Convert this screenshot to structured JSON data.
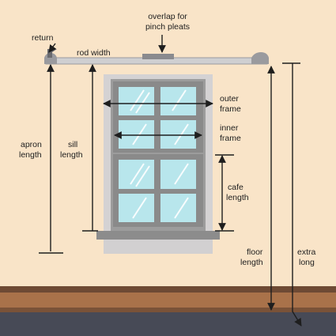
{
  "diagram": {
    "labels": {
      "overlap": [
        "overlap for",
        "pinch pleats"
      ],
      "return": "return",
      "rod_width": "rod width",
      "outer_frame": [
        "outer",
        "frame"
      ],
      "inner_frame": [
        "inner",
        "frame"
      ],
      "apron_length": [
        "apron",
        "length"
      ],
      "sill_length": [
        "sill",
        "length"
      ],
      "cafe_length": [
        "cafe",
        "length"
      ],
      "floor_length": [
        "floor",
        "length"
      ],
      "extra_long": [
        "extra",
        "long"
      ]
    },
    "colors": {
      "wall": "#f9e4c8",
      "floor_wood": "#a9724a",
      "floor_dark": "#474a56",
      "window_frame": "#d4d2d3",
      "glass": "#b8e6ec",
      "sash": "#8a8a8a",
      "rod": "#cfcfd1",
      "arrow": "#1e1e1e"
    }
  }
}
